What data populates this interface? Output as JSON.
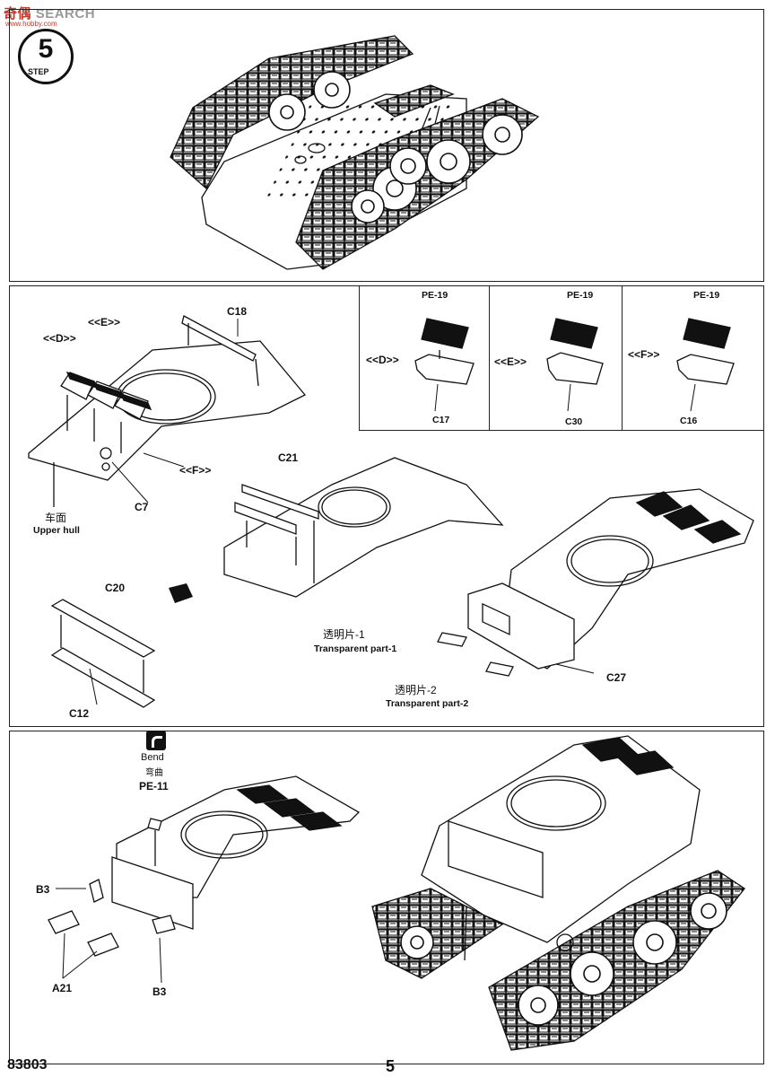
{
  "watermark": {
    "brand_a": "奇偶",
    "brand_b": "SEARCH",
    "url": "www.hobby.com"
  },
  "step": {
    "number": "5",
    "word": "STEP"
  },
  "panel2": {
    "labels": {
      "d": "<<D>>",
      "e": "<<E>>",
      "f": "<<F>>",
      "c18": "C18",
      "c7": "C7",
      "upper_cn": "车面",
      "upper_en": "Upper hull",
      "c21": "C21",
      "c20": "C20",
      "c12": "C12",
      "trans1_cn": "透明片-1",
      "trans1_en": "Transparent part-1",
      "trans2_cn": "透明片-2",
      "trans2_en": "Transparent part-2",
      "c27": "C27"
    },
    "insets": [
      {
        "variant": "<<D>>",
        "pe": "PE-19",
        "part": "C17"
      },
      {
        "variant": "<<E>>",
        "pe": "PE-19",
        "part": "C30"
      },
      {
        "variant": "<<F>>",
        "pe": "PE-19",
        "part": "C16"
      }
    ]
  },
  "panel3": {
    "bend_en": "Bend",
    "bend_cn": "弯曲",
    "pe11": "PE-11",
    "b3_left": "B3",
    "a21": "A21",
    "b3_bottom": "B3"
  },
  "footer": {
    "code": "83803",
    "page": "5"
  }
}
